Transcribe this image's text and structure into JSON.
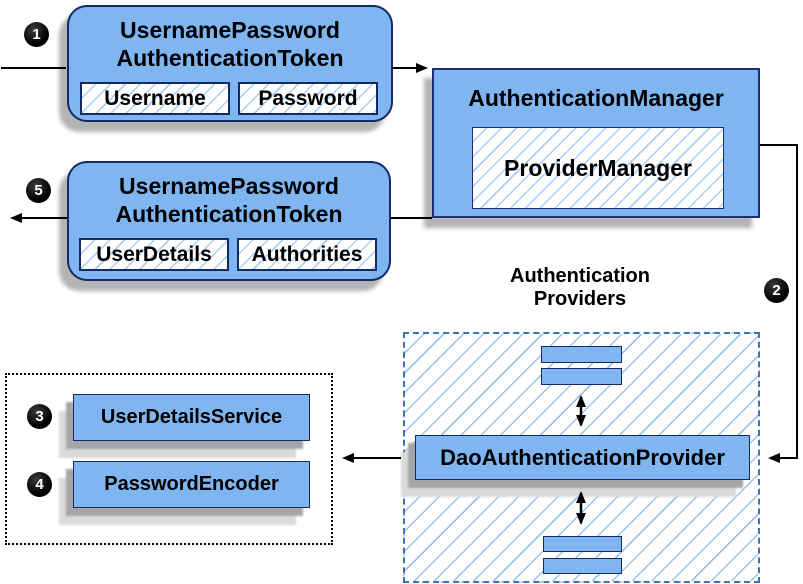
{
  "token_request": {
    "title": [
      "UsernamePassword",
      "AuthenticationToken"
    ],
    "fields": [
      "Username",
      "Password"
    ]
  },
  "authentication_manager": {
    "title": "AuthenticationManager",
    "inner": "ProviderManager"
  },
  "token_response": {
    "title": [
      "UsernamePassword",
      "AuthenticationToken"
    ],
    "fields": [
      "UserDetails",
      "Authorities"
    ]
  },
  "providers": {
    "title": [
      "Authentication",
      "Providers"
    ],
    "main_provider": "DaoAuthenticationProvider"
  },
  "services": {
    "user_details_service": "UserDetailsService",
    "password_encoder": "PasswordEncoder"
  },
  "steps": {
    "step1": "1",
    "step2": "2",
    "step3": "3",
    "step4": "4",
    "step5": "5"
  },
  "colors": {
    "box_fill": "#7fb6f2",
    "box_border": "#132a63",
    "hatch_line": "#a9cdf4",
    "dashed_border": "#3f72b8",
    "shadow": "#b4b4b4",
    "arrow": "#000000"
  }
}
